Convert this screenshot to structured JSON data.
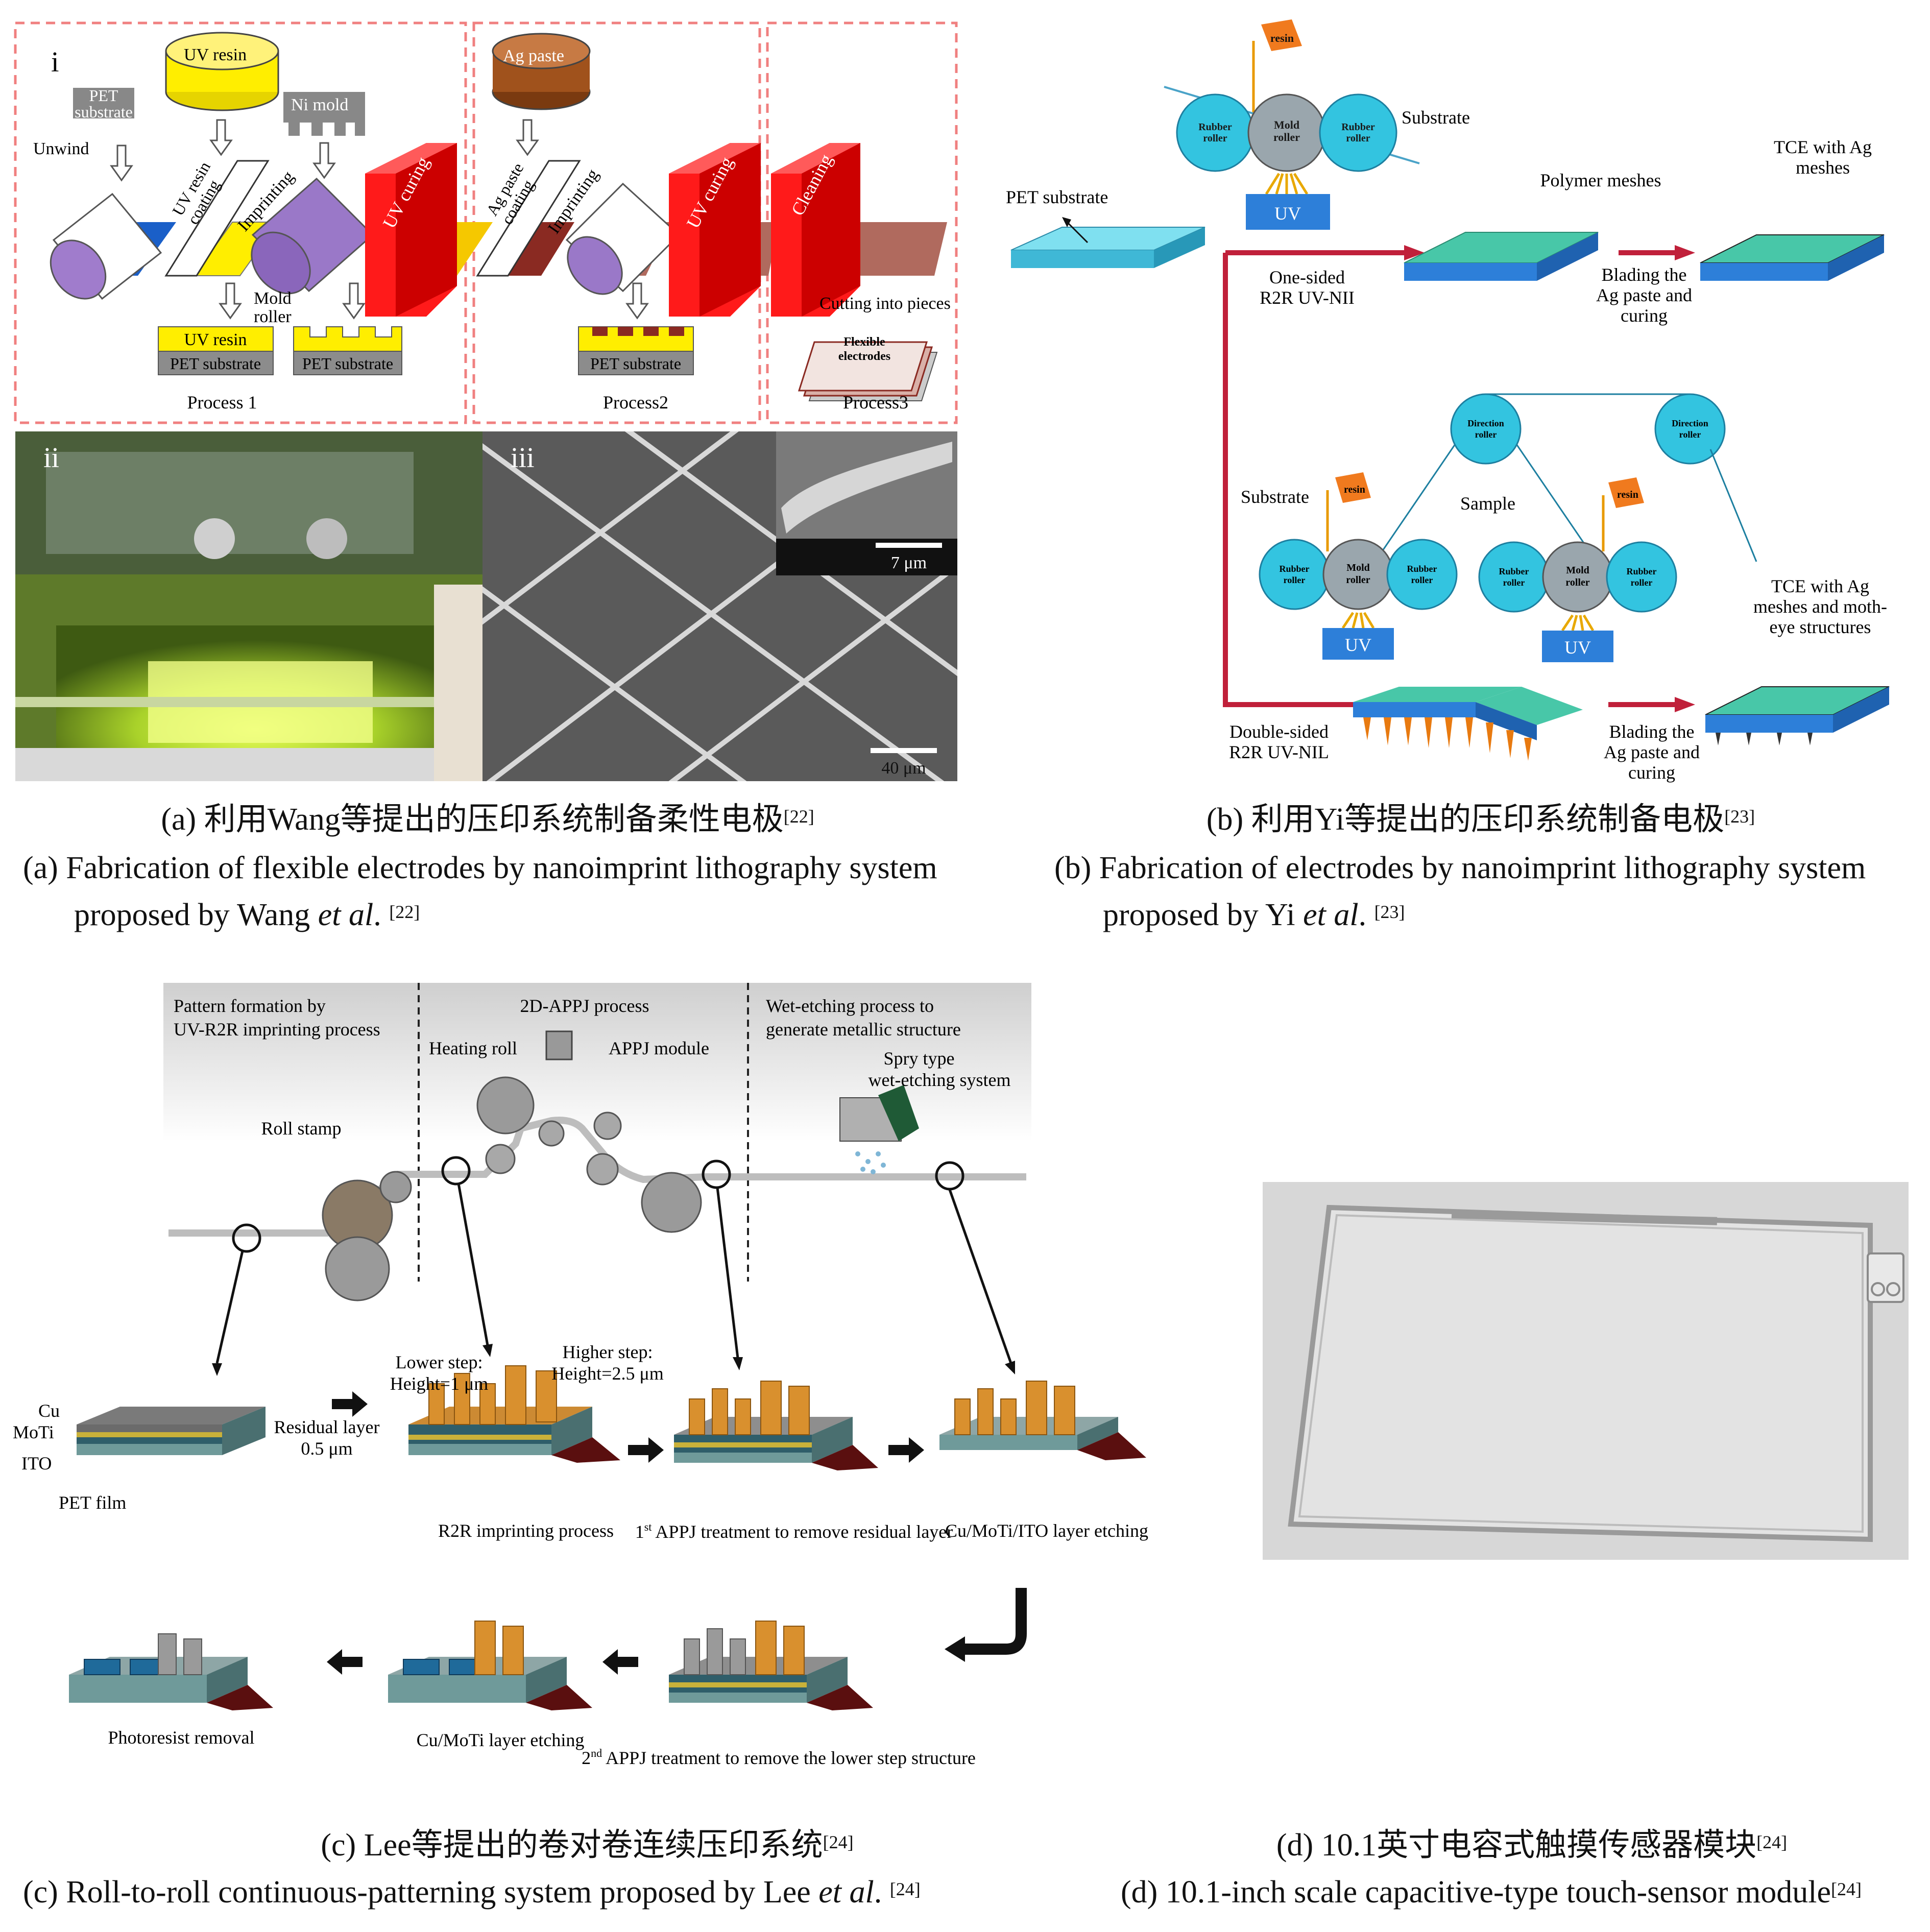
{
  "panel_a": {
    "roman_i": "i",
    "roman_ii": "ii",
    "roman_iii": "iii",
    "uv_resin_top": "UV resin",
    "pet_substrate_top": "PET substrate",
    "ni_mold": "Ni mold",
    "unwind": "Unwind",
    "uv_resin_coating": "UV resin coating",
    "imprinting": "Imprinting",
    "uv_curing_1": "UV curing",
    "mold_roller": "Mold roller",
    "ag_paste_top": "Ag paste",
    "ag_paste_coating": "Ag paste coating",
    "imprinting_2": "Imprinting",
    "uv_curing_2": "UV curing",
    "cleaning": "Cleaning",
    "cutting": "Cutting into pieces",
    "flexible_electrodes": "Flexible electrodes",
    "layer_uv_resin": "UV resin",
    "layer_pet_1": "PET substrate",
    "layer_pet_2": "PET substrate",
    "layer_pet_3": "PET substrate",
    "process1": "Process 1",
    "process2": "Process2",
    "process3": "Process3",
    "scale_inset": "7 μm",
    "scale_main": "40 μm"
  },
  "panel_b": {
    "resin_top": "resin",
    "rubber_roller": "Rubber roller",
    "mold_roller": "Mold roller",
    "substrate_top": "Substrate",
    "uv": "UV",
    "pet_substrate": "PET substrate",
    "one_sided": "One-sided R2R UV-NII",
    "polymer_meshes": "Polymer meshes",
    "blading_1": "Blading the Ag paste and curing",
    "tce_1": "TCE with Ag meshes",
    "direction_roller": "Direction roller",
    "substrate_mid": "Substrate",
    "sample": "Sample",
    "double_sided": "Double-sided R2R UV-NIL",
    "blading_2": "Blading the Ag paste and curing",
    "tce_2": "TCE with Ag meshes and moth-eye structures"
  },
  "panel_c": {
    "pattern_formation": "Pattern formation by UV-R2R imprinting process",
    "appj_process": "2D-APPJ process",
    "wet_etching": "Wet-etching process to generate metallic structure",
    "heating_roll": "Heating roll",
    "appj_module": "APPJ module",
    "spray_type": "Spry type wet-etching system",
    "roll_stamp": "Roll stamp",
    "cu": "Cu",
    "moti": "MoTi",
    "ito": "ITO",
    "pet_film": "PET film",
    "lower_step": "Lower step: Height=1 μm",
    "higher_step": "Higher step: Height=2.5 μm",
    "residual_layer": "Residual layer 0.5 μm",
    "step1": "R2R imprinting process",
    "step2_a": "1",
    "step2_sup": "st",
    "step2_b": " APPJ treatment to remove residual layer",
    "step3": "Cu/MoTi/ITO layer etching",
    "step4_a": "2",
    "step4_sup": "nd",
    "step4_b": " APPJ treatment to remove the lower step structure",
    "step5": "Cu/MoTi layer etching",
    "step6": "Photoresist removal"
  },
  "captions": {
    "a_cn": "(a) 利用Wang等提出的压印系统制备柔性电极",
    "a_ref": "[22]",
    "a_en_1": "(a) Fabrication of flexible electrodes by nanoimprint lithography system",
    "a_en_2a": "proposed by Wang ",
    "a_en_2b": "et al",
    "a_en_2c": ". ",
    "b_cn": "(b) 利用Yi等提出的压印系统制备电极",
    "b_ref": "[23]",
    "b_en_1": "(b) Fabrication of electrodes by nanoimprint lithography system",
    "b_en_2a": "proposed by Yi ",
    "b_en_2b": "et al",
    "b_en_2c": ". ",
    "c_cn": "(c) Lee等提出的卷对卷连续压印系统",
    "c_ref": "[24]",
    "c_en_a": "(c) Roll-to-roll continuous-patterning system proposed by Lee ",
    "c_en_b": "et al",
    "c_en_c": ". ",
    "d_cn": "(d) 10.1英寸电容式触摸传感器模块",
    "d_ref": "[24]",
    "d_en": "(d) 10.1-inch scale capacitive-type touch-sensor module"
  },
  "colors": {
    "uv_resin": "#ffee00",
    "ag_paste": "#a0521c",
    "uv_red": "#ff1a1a",
    "roller_cyan": "#33c4e0",
    "mold_grey": "#9aa6ad",
    "uv_blue": "#2d7fd9",
    "resin_orange": "#f07a1e",
    "arrow_red": "#c0203a",
    "mesh_green": "#48c7a8"
  }
}
